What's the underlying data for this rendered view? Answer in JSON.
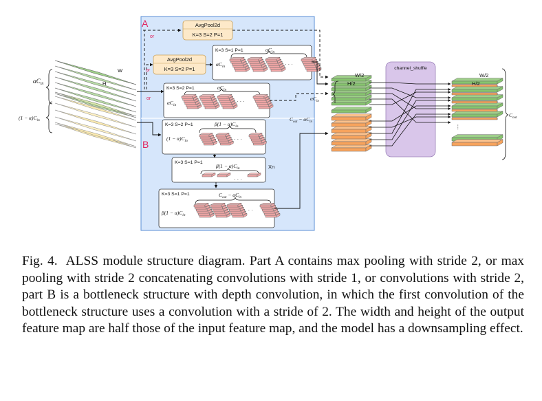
{
  "diagram": {
    "part_a_label": "A",
    "part_b_label": "B",
    "or_label": "or",
    "avgpool_top": {
      "title": "AvgPool2d",
      "params": "K=3 S=2 P=1"
    },
    "avgpool_mid": {
      "title": "AvgPool2d",
      "params": "K=3 S=2 P=1"
    },
    "conv_a1": {
      "params": "K=3 S=1 P=1",
      "channels": "αC",
      "channels_sub": "in",
      "side": "αC",
      "side_sub": "in"
    },
    "conv_a2": {
      "params": "K=3 S=2 P=1",
      "channels": "αC",
      "channels_sub": "in",
      "side": "αC",
      "side_sub": "in"
    },
    "conv_b1": {
      "params": "K=3 S=2 P=1",
      "channels": "β(1 − α)C",
      "channels_sub": "in",
      "side": "(1 − α)C",
      "side_sub": "in"
    },
    "conv_b2": {
      "params": "K=3 S=1 P=1",
      "channels": "β(1 − α)C",
      "channels_sub": "in",
      "repeat": "Xn"
    },
    "conv_b3": {
      "params": "K=3 S=1 P=1",
      "channels": "C",
      "channels_sub": "out",
      "channels_tail": " − αC",
      "channels_tail_sub": "in",
      "side": "β(1 − α)C",
      "side_sub": "in"
    },
    "input": {
      "w": "W",
      "h": "H",
      "top_channels": "αC",
      "top_channels_sub": "in",
      "bottom_channels": "(1 − α)C",
      "bottom_channels_sub": "in"
    },
    "concat": {
      "w": "W/2",
      "h": "H/2",
      "top": "αC",
      "top_sub": "in",
      "bottom": "C",
      "bottom_sub": "out",
      "bottom_tail": " − αC",
      "bottom_tail_sub": "in"
    },
    "shuffle_label": "channel_shuffle",
    "output": {
      "w": "W/2",
      "h": "H/2",
      "channels": "C",
      "channels_sub": "out"
    },
    "colors": {
      "panel": "#d6e6fb",
      "panel_border": "#5b8fd6",
      "pool_fill": "#fde9c9",
      "pool_border": "#c9a25a",
      "green": "#9fd08a",
      "yellow": "#fbeab0",
      "orange": "#f7a35c",
      "pink": "#f3a7a7",
      "shuffle": "#d9c6ea"
    }
  },
  "caption": {
    "lead": "Fig. 4.",
    "text": "ALSS module structure diagram. Part A contains max pooling with stride 2, or max pooling with stride 2 concatenating convolutions with stride 1, or convolutions with stride 2, part B is a bottleneck structure with depth convolution, in which the first convolution of the bottleneck structure uses a convolution with a stride of 2. The width and height of the output feature map are half those of the input feature map, and the model has a downsampling effect."
  }
}
